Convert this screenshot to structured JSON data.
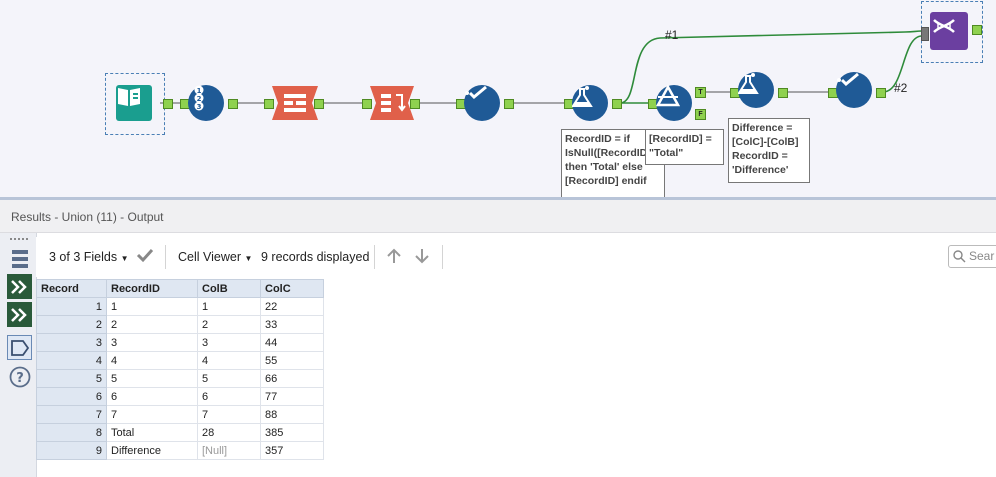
{
  "canvas": {
    "connection_labels": [
      "#1",
      "#2"
    ],
    "annotations": {
      "formula1": [
        "RecordID = if",
        "IsNull([RecordID])",
        "then 'Total' else",
        "[RecordID] endif"
      ],
      "filter": [
        "[RecordID] =",
        "\"Total\""
      ],
      "formula2": [
        "Difference =",
        "[ColC]-[ColB]",
        "RecordID =",
        "'Difference'"
      ]
    },
    "filter_anchors": {
      "true": "T",
      "false": "F"
    }
  },
  "results": {
    "title": "Results - Union (11) - Output",
    "fields_label": "3 of 3 Fields",
    "cell_viewer_label": "Cell Viewer",
    "records_label": "9 records displayed",
    "search_placeholder": "Sear"
  },
  "table": {
    "columns": [
      "Record",
      "RecordID",
      "ColB",
      "ColC"
    ],
    "rows": [
      [
        "1",
        "1",
        "1",
        "22"
      ],
      [
        "2",
        "2",
        "2",
        "33"
      ],
      [
        "3",
        "3",
        "3",
        "44"
      ],
      [
        "4",
        "4",
        "4",
        "55"
      ],
      [
        "5",
        "5",
        "5",
        "66"
      ],
      [
        "6",
        "6",
        "6",
        "77"
      ],
      [
        "7",
        "7",
        "7",
        "88"
      ],
      [
        "8",
        "Total",
        "28",
        "385"
      ],
      [
        "9",
        "Difference",
        "[Null]",
        "357"
      ]
    ]
  },
  "colors": {
    "tool_blue": "#1f5a96",
    "tool_orange": "#e0604a",
    "tool_teal": "#1a9e8f",
    "tool_purple": "#6b3fa0",
    "connector_green": "#2e8b3a"
  }
}
